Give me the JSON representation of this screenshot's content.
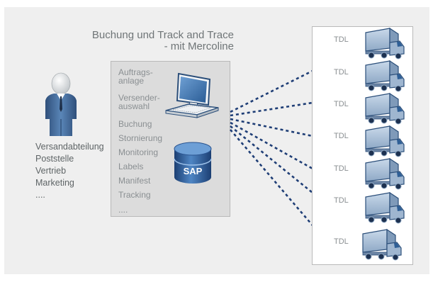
{
  "title": {
    "line1": "Buchung und Track and Trace",
    "line2": "- mit Mercoline"
  },
  "departments": [
    "Versandabteilung",
    "Poststelle",
    "Vertrieb",
    "Marketing",
    "...."
  ],
  "functions": [
    [
      "Auftrags-",
      "anlage"
    ],
    [
      "Versender-",
      "auswahl"
    ],
    [
      "Buchung"
    ],
    [
      "Stornierung"
    ],
    [
      "Monitoring"
    ],
    [
      "Labels"
    ],
    [
      "Manifest"
    ],
    [
      "Tracking"
    ],
    [
      "...."
    ]
  ],
  "sap_label": "SAP",
  "carrier_label": "TDL",
  "carrier_count": 7,
  "icons": [
    "person-icon",
    "computer-icon",
    "database-icon",
    "truck-icon"
  ],
  "colors": {
    "background_panel": "#efefef",
    "function_box": "#dcdcdc",
    "connector": "#1f3e76",
    "icon_blue": "#3b6fa0"
  }
}
